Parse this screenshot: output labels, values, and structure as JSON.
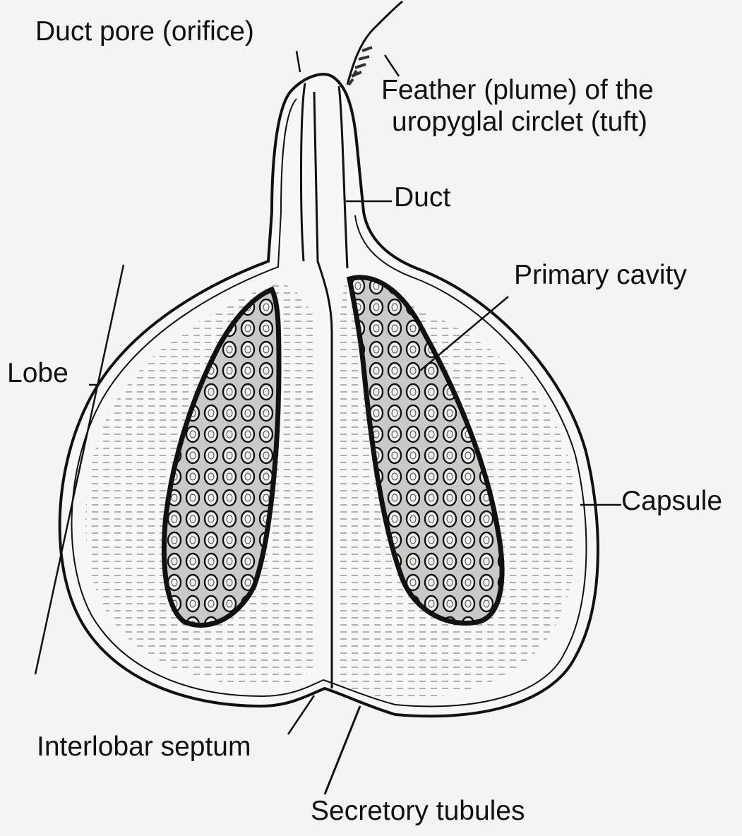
{
  "labels": {
    "duct_pore": "Duct pore (orifice)",
    "feather_line1": "Feather (plume) of the",
    "feather_line2": "uropyglal circlet (tuft)",
    "duct": "Duct",
    "primary_cavity": "Primary cavity",
    "lobe": "Lobe",
    "capsule": "Capsule",
    "interlobar_septum": "Interlobar septum",
    "secretory_tubules": "Secretory tubules"
  },
  "colors": {
    "ink": "#111111",
    "paper": "#f4f4f2",
    "tissue": "#f7f7f5"
  }
}
